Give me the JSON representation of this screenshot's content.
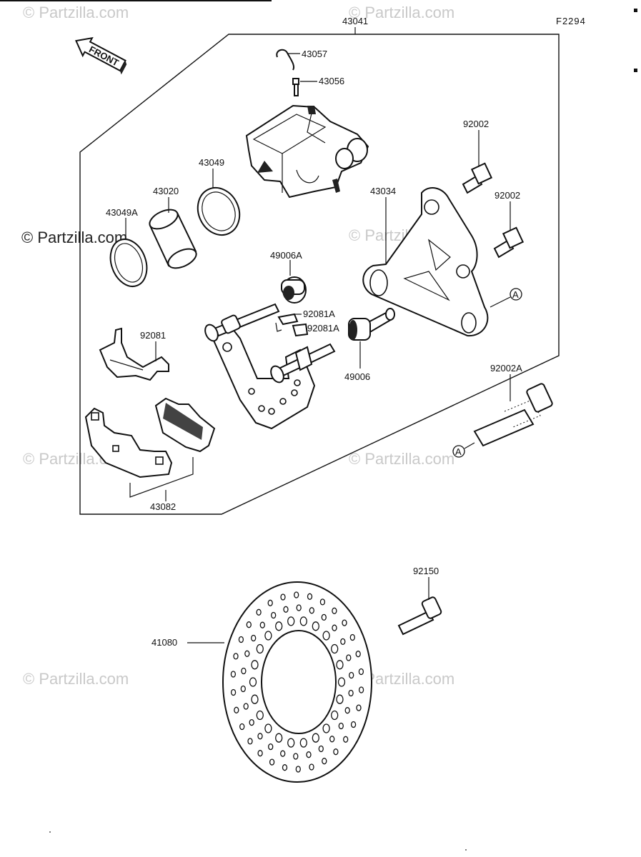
{
  "figure_code": "F2294",
  "front_label": "FRONT",
  "watermark": "© Partzilla.com",
  "callouts": {
    "assembly": "43041",
    "bleed_cap": "43057",
    "bleed_valve": "43056",
    "bolt_upper": "92002",
    "bolt_lower": "92002",
    "bracket": "43034",
    "seal": "43049",
    "piston": "43020",
    "dust_seal": "43049A",
    "boot_a": "49006A",
    "boot": "49006",
    "pin_clip_a": "92081A",
    "pin_clip_b": "92081A",
    "spring": "92081",
    "pin_bolt": "92002A",
    "pads": "43082",
    "disc": "41080",
    "disc_bolt": "92150",
    "ref_a": "A"
  }
}
